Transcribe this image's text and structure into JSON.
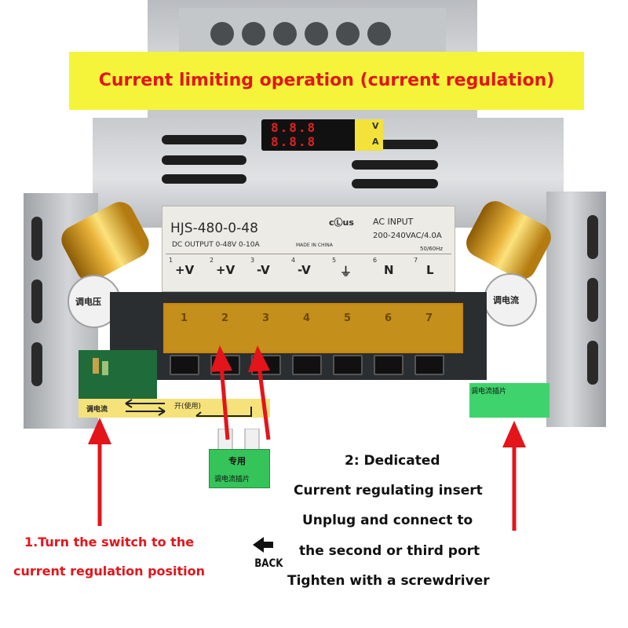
{
  "banner": {
    "title": "Current limiting operation (current regulation)"
  },
  "display": {
    "volt_digits": "8.8.8",
    "amp_digits": "8.8.8",
    "unit_v": "V",
    "unit_a": "A"
  },
  "label": {
    "model": "HJS-480-0-48",
    "ul_mark": "cⓁus",
    "dc_output": "DC OUTPUT  0-48V  0-10A",
    "made_in": "MADE IN CHINA",
    "ac_input_title": "AC INPUT",
    "ac_input_value": "200-240VAC/4.0A",
    "frequency": "50/60Hz",
    "terminals": [
      {
        "num": "1",
        "sym": "+V"
      },
      {
        "num": "2",
        "sym": "+V"
      },
      {
        "num": "3",
        "sym": "-V"
      },
      {
        "num": "4",
        "sym": "-V"
      },
      {
        "num": "5",
        "sym": "⏚"
      },
      {
        "num": "6",
        "sym": "N"
      },
      {
        "num": "7",
        "sym": "L"
      }
    ]
  },
  "terminal_block": {
    "numbers": [
      "1",
      "2",
      "3",
      "4",
      "5",
      "6",
      "7"
    ]
  },
  "knobs": {
    "left_label": "调电压",
    "right_label": "调电流"
  },
  "switch_strip": {
    "left_label": "调电流",
    "right_label": "开(使用)"
  },
  "green_plug": {
    "label": "调电流插片"
  },
  "insert": {
    "top_label": "专用",
    "bottom_label": "调电流插片"
  },
  "step1": {
    "line1": "1.Turn the switch to the",
    "line2": "current regulation position"
  },
  "back": {
    "label": "BACK"
  },
  "step2": {
    "lines": [
      "2: Dedicated",
      "Current regulating insert",
      "Unplug and connect to",
      "the second or third port",
      "Tighten with a screwdriver"
    ]
  },
  "colors": {
    "banner_bg": "#f5f43a",
    "banner_text": "#e4141b",
    "arrow": "#e4141b",
    "knob_gold": "#e9b33a",
    "insert_green": "#35c45a"
  }
}
